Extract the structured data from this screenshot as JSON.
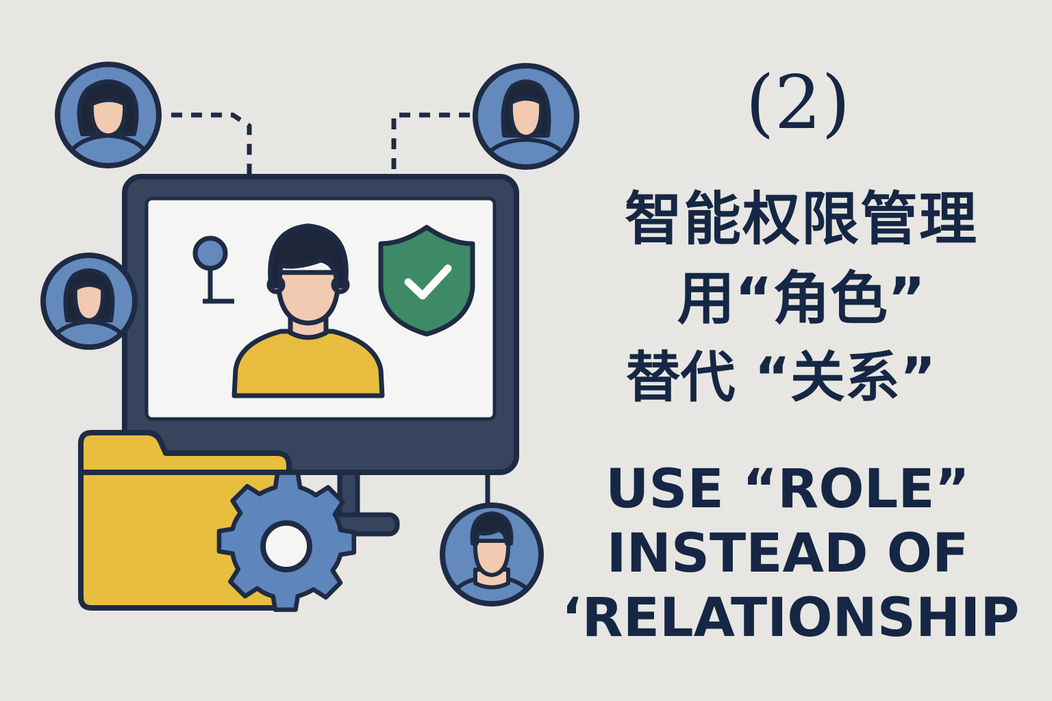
{
  "label": {
    "number": "(2)"
  },
  "title_cn": {
    "line1": "智能权限管理",
    "line2": "用“角色”",
    "line3": "替代 “关系”"
  },
  "title_en": {
    "line1": "USE “ROLE”",
    "line2": "INSTEAD OF",
    "line3": "‘RELATIONSHIP"
  },
  "icons": [
    "user-avatar-icon",
    "person-icon",
    "pin-icon",
    "shield-check-icon",
    "folder-icon",
    "gear-icon",
    "monitor-icon"
  ],
  "colors": {
    "background": "#e8e6e2",
    "navy": "#1e2b44",
    "monitor_body": "#36445e",
    "screen": "#f5f5f3",
    "avatar_blue": "#6489bd",
    "skin": "#f2c9b1",
    "hair": "#1c2638",
    "shirt_yellow": "#e8bd3f",
    "folder_yellow": "#e8be3f",
    "shield_green": "#3e8a67",
    "gear_blue": "#5e86bd"
  }
}
